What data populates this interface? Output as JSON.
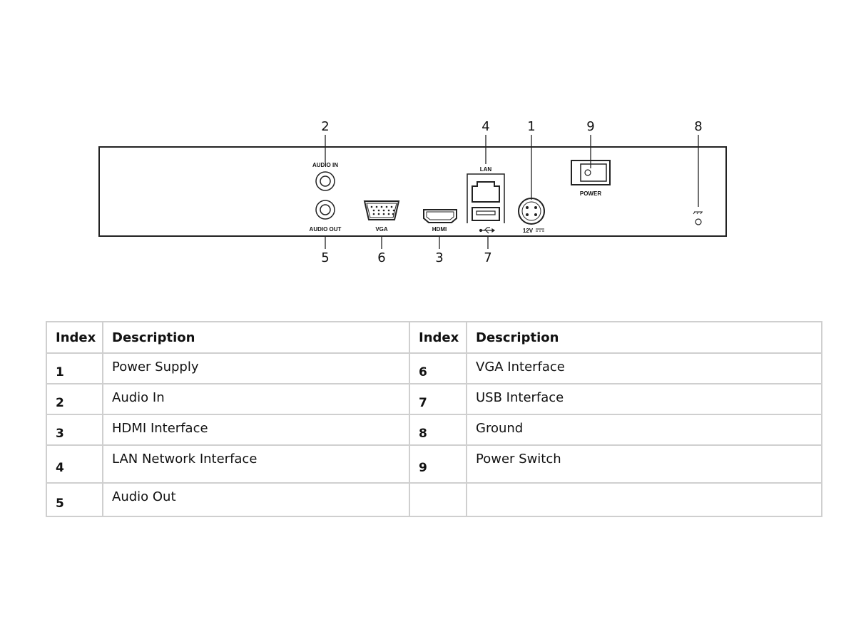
{
  "panel": {
    "callouts": [
      "2",
      "4",
      "1",
      "9",
      "8",
      "5",
      "6",
      "3",
      "7"
    ],
    "labels": {
      "audio_in": "AUDIO IN",
      "audio_out": "AUDIO OUT",
      "vga": "VGA",
      "hdmi": "HDMI",
      "lan": "LAN",
      "power_in": "12V",
      "power_switch": "POWER"
    }
  },
  "table": {
    "headers": [
      "Index",
      "Description",
      "Index",
      "Description"
    ],
    "rows": [
      [
        "1",
        "Power Supply",
        "6",
        "VGA Interface"
      ],
      [
        "2",
        "Audio In",
        "7",
        "USB Interface"
      ],
      [
        "3",
        "HDMI Interface",
        "8",
        "Ground"
      ],
      [
        "4",
        "LAN Network Interface",
        "9",
        "Power Switch"
      ],
      [
        "5",
        "Audio Out",
        "",
        ""
      ]
    ]
  }
}
